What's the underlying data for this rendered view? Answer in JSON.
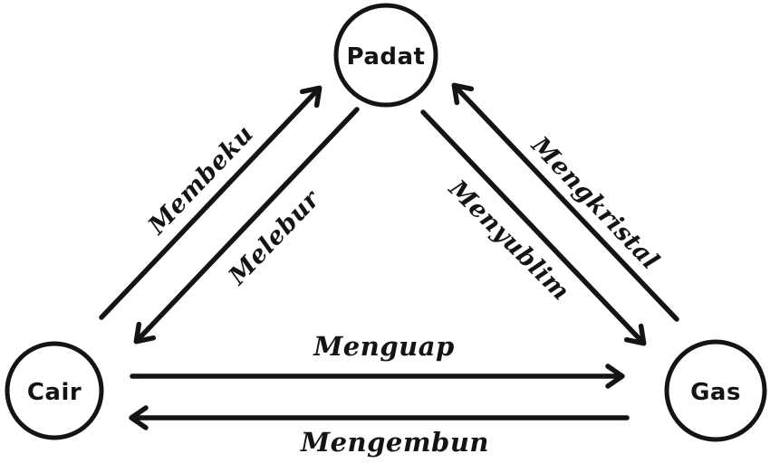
{
  "diagram": {
    "background": "#ffffff",
    "ink": "#141414",
    "nodes": [
      {
        "id": "padat",
        "label": "Padat"
      },
      {
        "id": "cair",
        "label": "Cair"
      },
      {
        "id": "gas",
        "label": "Gas"
      }
    ],
    "edges": [
      {
        "id": "membeku",
        "label": "Membeku",
        "from": "Cair",
        "to": "Padat"
      },
      {
        "id": "melebur",
        "label": "Melebur",
        "from": "Padat",
        "to": "Cair"
      },
      {
        "id": "mengkristal",
        "label": "Mengkristal",
        "from": "Gas",
        "to": "Padat"
      },
      {
        "id": "menyublim",
        "label": "Menyublim",
        "from": "Padat",
        "to": "Gas"
      },
      {
        "id": "menguap",
        "label": "Menguap",
        "from": "Cair",
        "to": "Gas"
      },
      {
        "id": "mengembun",
        "label": "Mengembun",
        "from": "Gas",
        "to": "Cair"
      }
    ]
  }
}
